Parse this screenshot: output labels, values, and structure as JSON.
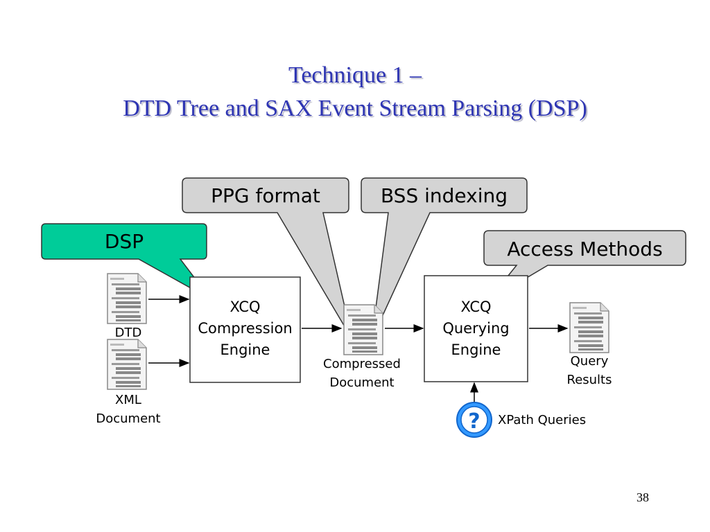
{
  "slide": {
    "title_line1": "Technique 1 –",
    "title_line2": "DTD Tree and SAX Event Stream Parsing (DSP)",
    "page_number": "38"
  },
  "callouts": {
    "ppg": "PPG format",
    "bss": "BSS indexing",
    "dsp": "DSP",
    "access": "Access Methods"
  },
  "boxes": {
    "compression": [
      "XCQ",
      "Compression",
      "Engine"
    ],
    "querying": [
      "XCQ",
      "Querying",
      "Engine"
    ]
  },
  "documents": {
    "dtd": "DTD",
    "xml": [
      "XML",
      "Document"
    ],
    "compressed": [
      "Compressed",
      "Document"
    ],
    "results": [
      "Query",
      "Results"
    ]
  },
  "xpath": {
    "label": "XPath Queries",
    "icon_glyph": "?"
  },
  "colors": {
    "title": "#2e35b3",
    "callout_gray": "#d4d4d4",
    "callout_green": "#00cc99",
    "icon_blue": "#3399ff"
  }
}
